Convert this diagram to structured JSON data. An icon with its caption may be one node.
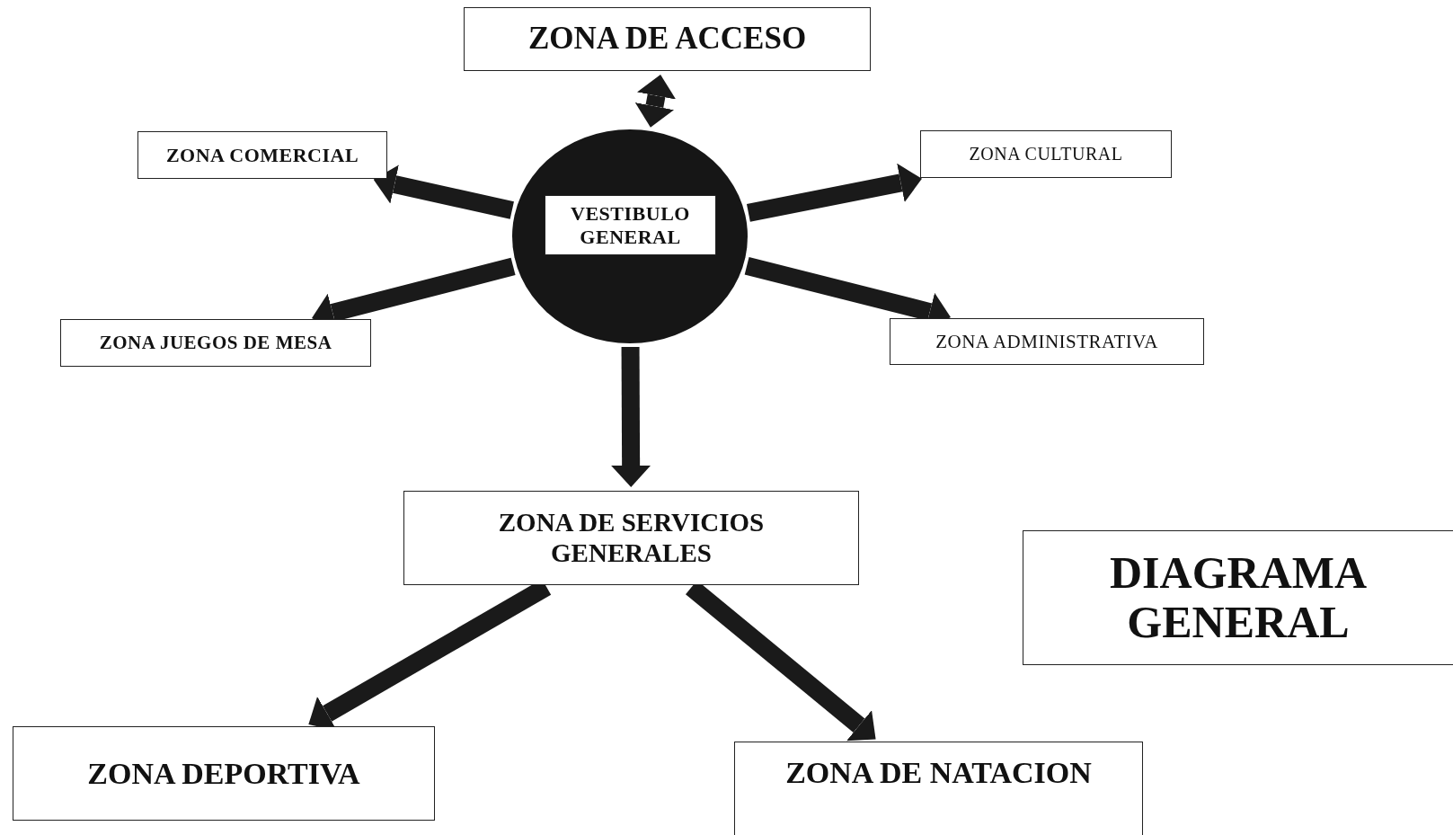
{
  "diagram": {
    "title": "DIAGRAMA GENERAL",
    "nodes": [
      {
        "text": [
          "ZONA DE ACCESO"
        ]
      },
      {
        "text": [],
        "shape": "circle"
      },
      {
        "text": [
          "VESTIBULO GENERAL"
        ],
        "in": 1
      },
      {
        "text": [
          "ZONA COMERCIAL"
        ]
      },
      {
        "text": [
          "ZONA CULTURAL"
        ]
      },
      {
        "text": [
          "ZONA JUEGOS DE MESA"
        ]
      },
      {
        "text": [
          "ZONA ADMINISTRATIVA"
        ]
      },
      {
        "text": [
          "ZONA DE SERVICIOS GENERALES"
        ]
      },
      {
        "text": [
          "ZONA DEPORTIVA"
        ]
      },
      {
        "text": [
          "ZONA DE NATACION"
        ]
      }
    ],
    "edges": [
      {
        "from": 1,
        "to": 0,
        "arrow": "both"
      },
      {
        "from": 1,
        "to": 3,
        "arrow": "to"
      },
      {
        "from": 1,
        "to": 4,
        "arrow": "to"
      },
      {
        "from": 1,
        "to": 5,
        "arrow": "to"
      },
      {
        "from": 1,
        "to": 6,
        "arrow": "to"
      },
      {
        "from": 1,
        "to": 7,
        "arrow": "to"
      },
      {
        "from": 7,
        "to": 8,
        "arrow": "to"
      },
      {
        "from": 7,
        "to": 9,
        "arrow": "to"
      }
    ]
  }
}
